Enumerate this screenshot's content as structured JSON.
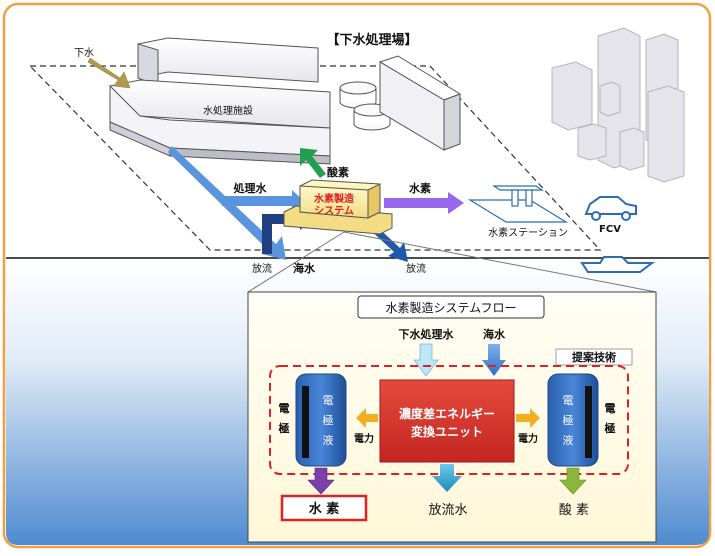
{
  "plant": {
    "title": "【下水処理場】",
    "inflow_label": "下水",
    "facility_label": "水処理施設",
    "unit_label_line1": "水素製造",
    "unit_label_line2": "システム",
    "oxygen_label": "酸素",
    "hydrogen_label": "水素",
    "treated_water_label": "処理水",
    "seawater_label": "海水",
    "discharge_left_label": "放流",
    "discharge_right_label": "放流",
    "station_label": "水素ステーション",
    "fcv_label": "FCV"
  },
  "flow": {
    "title": "水素製造システムフロー",
    "input_sewage": "下水処理水",
    "input_seawater": "海水",
    "proposal_label": "提案技術",
    "converter_line1": "濃度差エネルギー",
    "converter_line2": "変換ユニット",
    "electrolyte_left": [
      "電",
      "極",
      "液"
    ],
    "electrolyte_right": [
      "電",
      "極",
      "液"
    ],
    "electrode_left": [
      "電",
      "極"
    ],
    "electrode_right": [
      "電",
      "極"
    ],
    "power_left": "電力",
    "power_right": "電力",
    "output_hydrogen": "水 素",
    "output_discharge": "放流水",
    "output_oxygen": "酸 素"
  },
  "colors": {
    "frame": "#f0a040",
    "oxygen_arrow": "#22a050",
    "hydrogen_arrow": "#9966ee",
    "dashed_box": "#dd2222",
    "converter": "#d83030",
    "electrolyte": "#2c62b0"
  }
}
